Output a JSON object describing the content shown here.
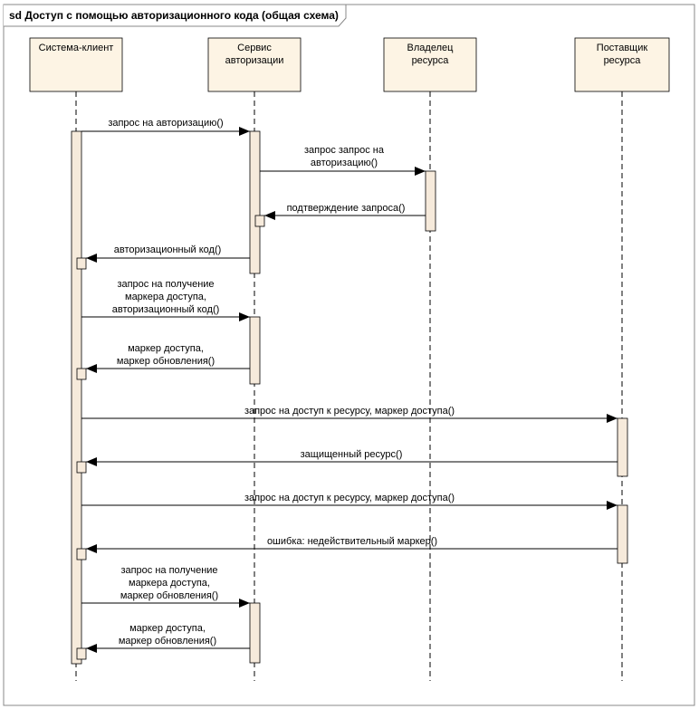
{
  "frame": {
    "title": "sd Доступ с помощью авторизационного кода (общая схема)"
  },
  "colors": {
    "box_fill": "#fdf4e4",
    "activation_fill": "#f6eadb",
    "line": "#000000",
    "frame": "#888888"
  },
  "participants": [
    {
      "id": "client",
      "lines": [
        "Система-клиент"
      ]
    },
    {
      "id": "auth",
      "lines": [
        "Сервис",
        "авторизации"
      ]
    },
    {
      "id": "owner",
      "lines": [
        "Владелец",
        "ресурса"
      ]
    },
    {
      "id": "provider",
      "lines": [
        "Поставщик",
        "ресурса"
      ]
    }
  ],
  "messages": [
    {
      "from": "client",
      "to": "auth",
      "lines": [
        "запрос на авторизацию()"
      ]
    },
    {
      "from": "auth",
      "to": "owner",
      "lines": [
        "запрос запрос на",
        "авторизацию()"
      ]
    },
    {
      "from": "owner",
      "to": "auth",
      "lines": [
        "подтверждение запроса()"
      ]
    },
    {
      "from": "auth",
      "to": "client",
      "lines": [
        "авторизационный код()"
      ]
    },
    {
      "from": "client",
      "to": "auth",
      "lines": [
        "запрос на получение",
        "маркера доступа,",
        "авторизационный код()"
      ]
    },
    {
      "from": "auth",
      "to": "client",
      "lines": [
        "маркер доступа,",
        "маркер обновления()"
      ]
    },
    {
      "from": "client",
      "to": "provider",
      "lines": [
        "запрос на доступ к ресурсу, маркер доступа()"
      ]
    },
    {
      "from": "provider",
      "to": "client",
      "lines": [
        "защищенный ресурс()"
      ]
    },
    {
      "from": "client",
      "to": "provider",
      "lines": [
        "запрос на доступ к ресурсу, маркер доступа()"
      ]
    },
    {
      "from": "provider",
      "to": "client",
      "lines": [
        "ошибка: недействительный маркер()"
      ]
    },
    {
      "from": "client",
      "to": "auth",
      "lines": [
        "запрос на получение",
        "маркера доступа,",
        "маркер обновления()"
      ]
    },
    {
      "from": "auth",
      "to": "client",
      "lines": [
        "маркер доступа,",
        "маркер обновления()"
      ]
    }
  ]
}
